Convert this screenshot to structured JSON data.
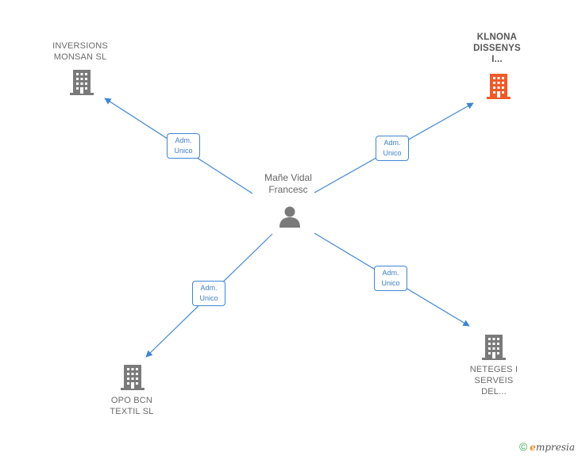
{
  "center": {
    "label": "Mañe Vidal\nFrancesc",
    "icon": "person-icon"
  },
  "nodes": [
    {
      "label": "INVERSIONS\nMONSAN SL",
      "icon": "building-icon",
      "color": "#7a7a7a"
    },
    {
      "label": "KLNONA\nDISSENYS\nI...",
      "icon": "building-icon",
      "color": "#f05a28"
    },
    {
      "label": "OPO BCN\nTEXTIL  SL",
      "icon": "building-icon",
      "color": "#7a7a7a"
    },
    {
      "label": "NETEGES I\nSERVEIS\nDEL...",
      "icon": "building-icon",
      "color": "#7a7a7a"
    }
  ],
  "edges": [
    {
      "label": "Adm.\nUnico"
    },
    {
      "label": "Adm.\nUnico"
    },
    {
      "label": "Adm.\nUnico"
    },
    {
      "label": "Adm.\nUnico"
    }
  ],
  "colors": {
    "edge": "#3f86d3",
    "icon_default": "#7a7a7a",
    "icon_highlight": "#f05a28"
  },
  "footer": {
    "copyright": "©",
    "brand_initial": "e",
    "brand_rest": "mpresia"
  }
}
